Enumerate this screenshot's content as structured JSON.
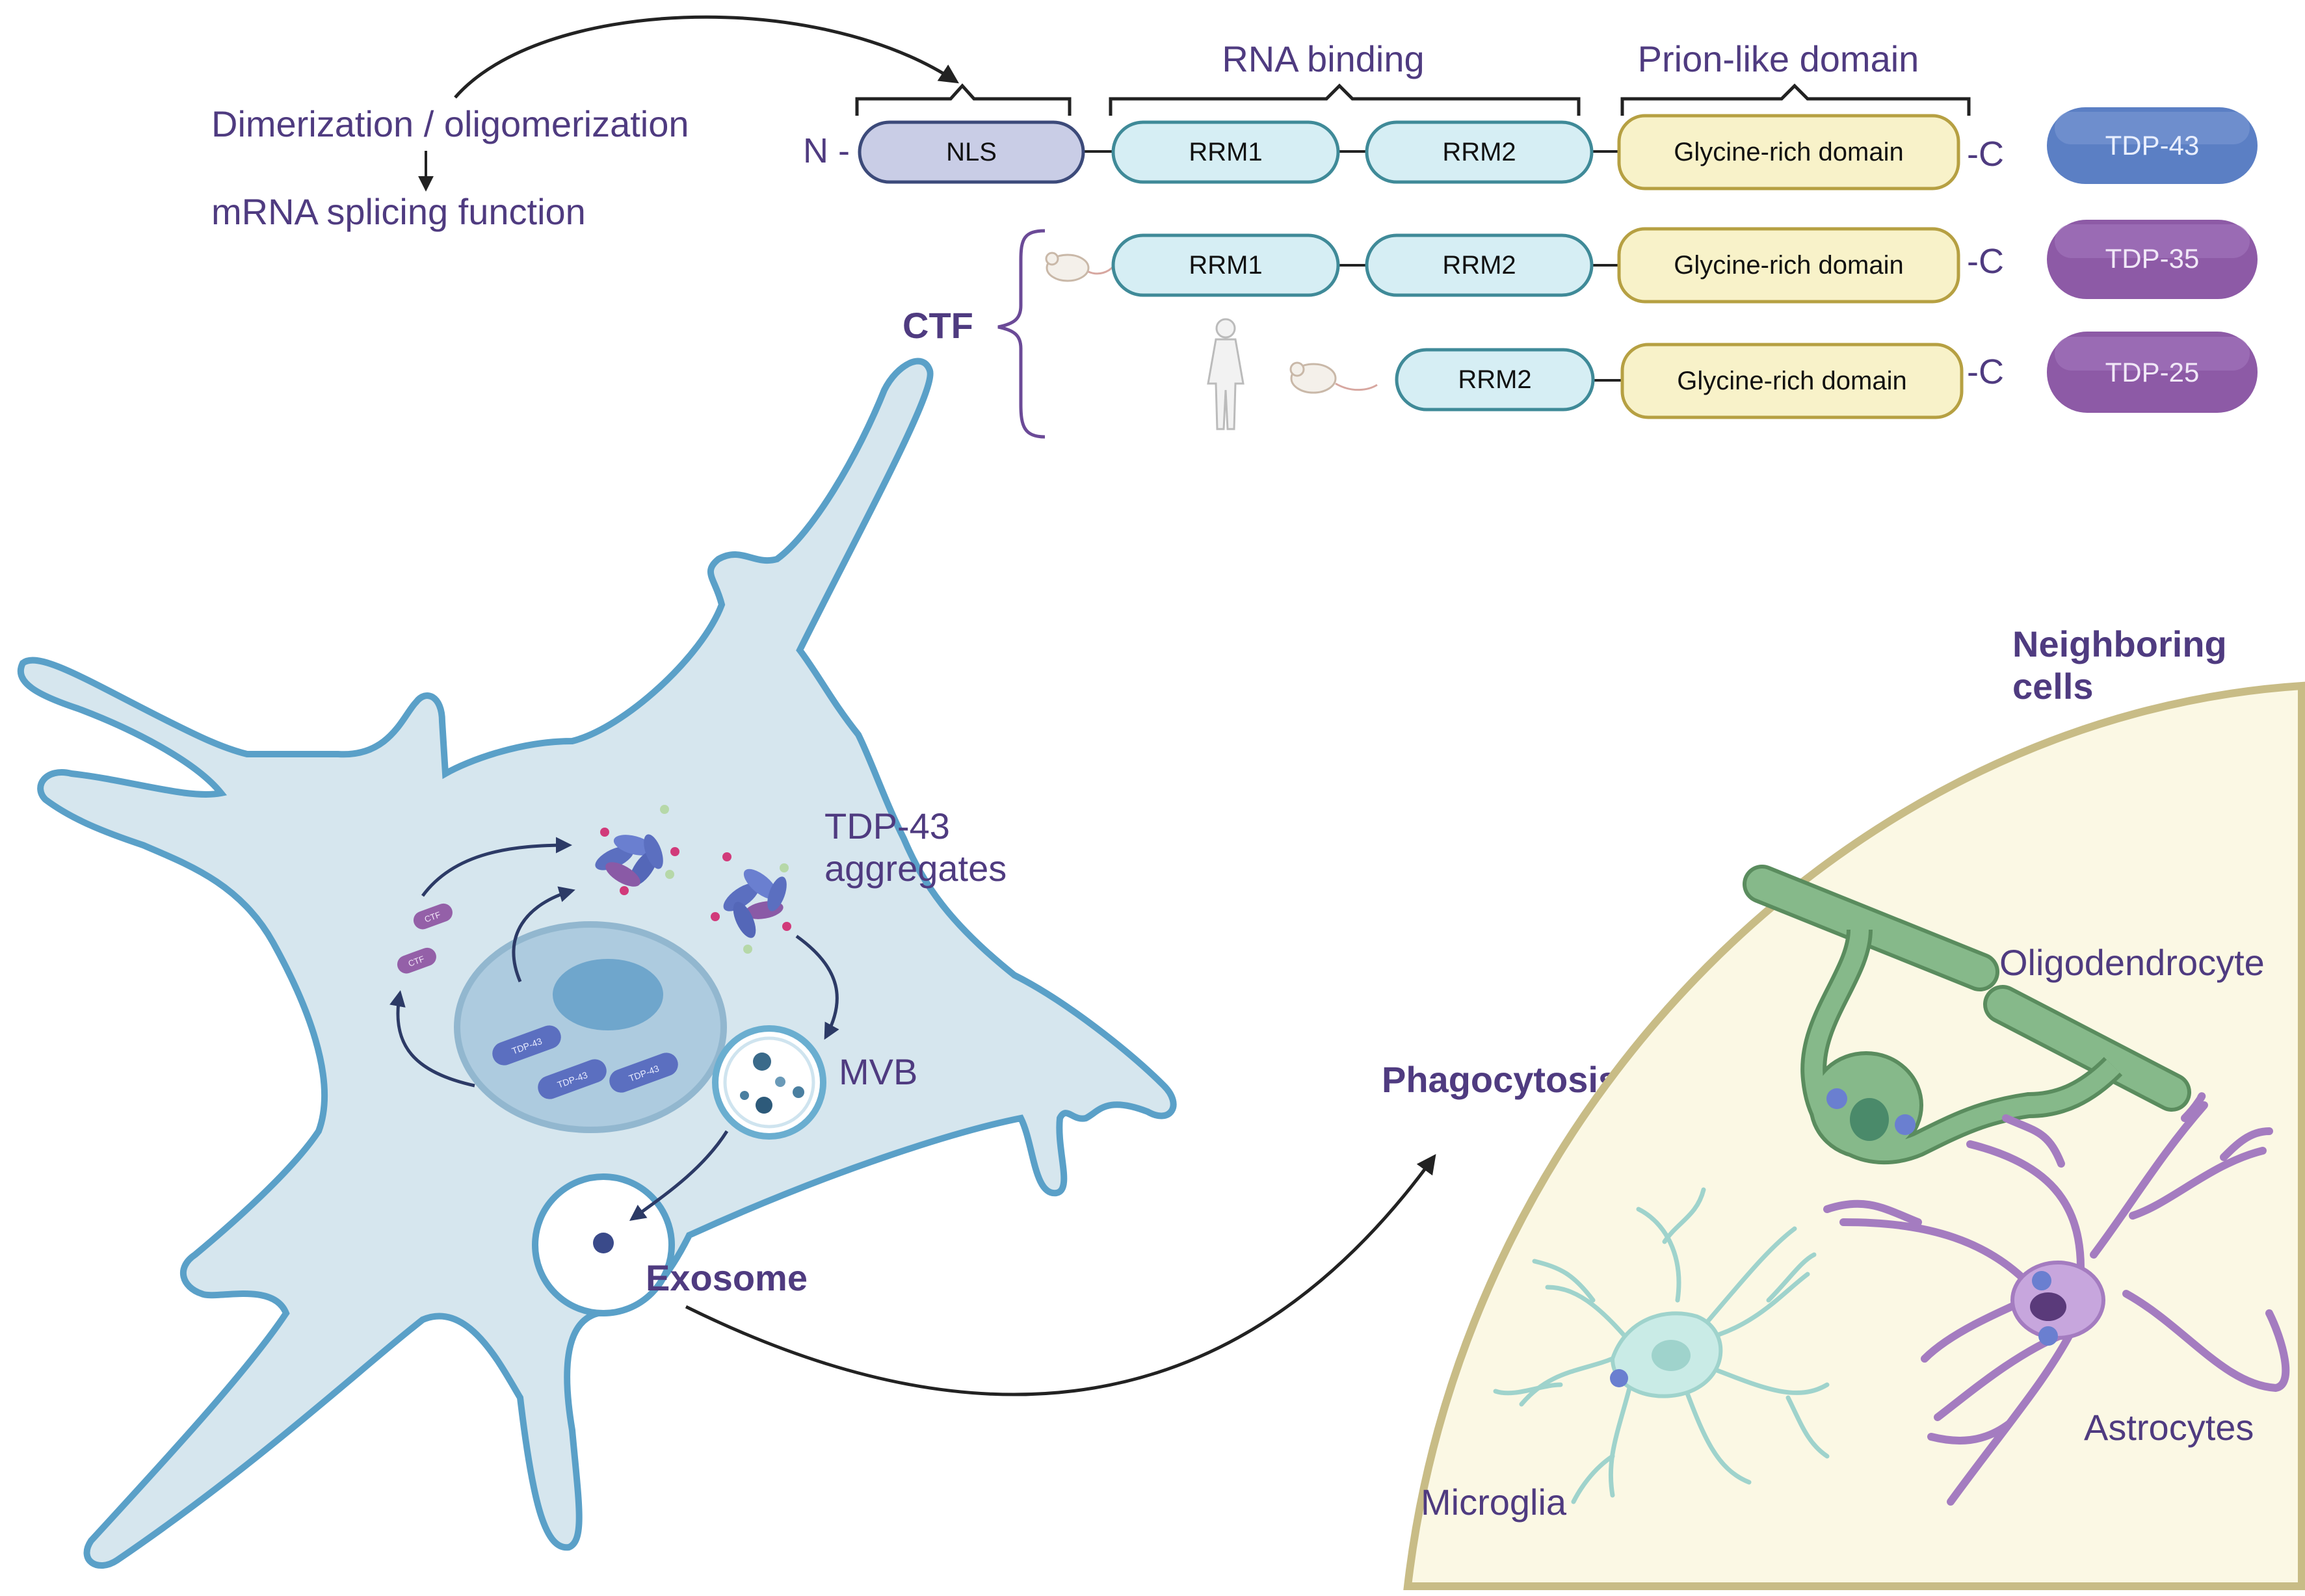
{
  "top": {
    "dimerization": "Dimerization / oligomerization",
    "splicing": "mRNA splicing function",
    "rna_binding": "RNA binding",
    "prion_like": "Prion-like domain",
    "n_term": "N -",
    "c_term": "-C",
    "ctf": "CTF"
  },
  "domains": {
    "nls": "NLS",
    "rrm1": "RRM1",
    "rrm2": "RRM2",
    "glycine": "Glycine-rich domain"
  },
  "badges": {
    "tdp43": "TDP-43",
    "tdp35": "TDP-35",
    "tdp25": "TDP-25"
  },
  "cell": {
    "aggregates_line1": "TDP-43",
    "aggregates_line2": "aggregates",
    "mvb": "MVB",
    "exosome": "Exosome",
    "phagocytosis": "Phagocytosis",
    "ctf_pill": "CTF",
    "tdp43_pill": "TDP-43"
  },
  "neighbors": {
    "title_line1": "Neighboring",
    "title_line2": "cells",
    "oligodendrocyte": "Oligodendrocyte",
    "microglia": "Microglia",
    "astrocytes": "Astrocytes"
  },
  "colors": {
    "label_purple": "#4f3b80",
    "nls_fill": "#c9cde6",
    "rrm_fill": "#d6eef4",
    "rrm_stroke": "#3f8a98",
    "glycine_fill": "#f8f2c9",
    "glycine_stroke": "#b6a042",
    "tdp43_badge": "#5b7fc4",
    "tdp35_badge": "#8d5aa6",
    "neuron_fill": "#d6e6ee",
    "neuron_stroke": "#5aa0c8",
    "neighbor_fill": "#fbf8e4",
    "oligo": "#7fae82",
    "microglia": "#a8d8d3",
    "astro": "#b18bc9"
  }
}
